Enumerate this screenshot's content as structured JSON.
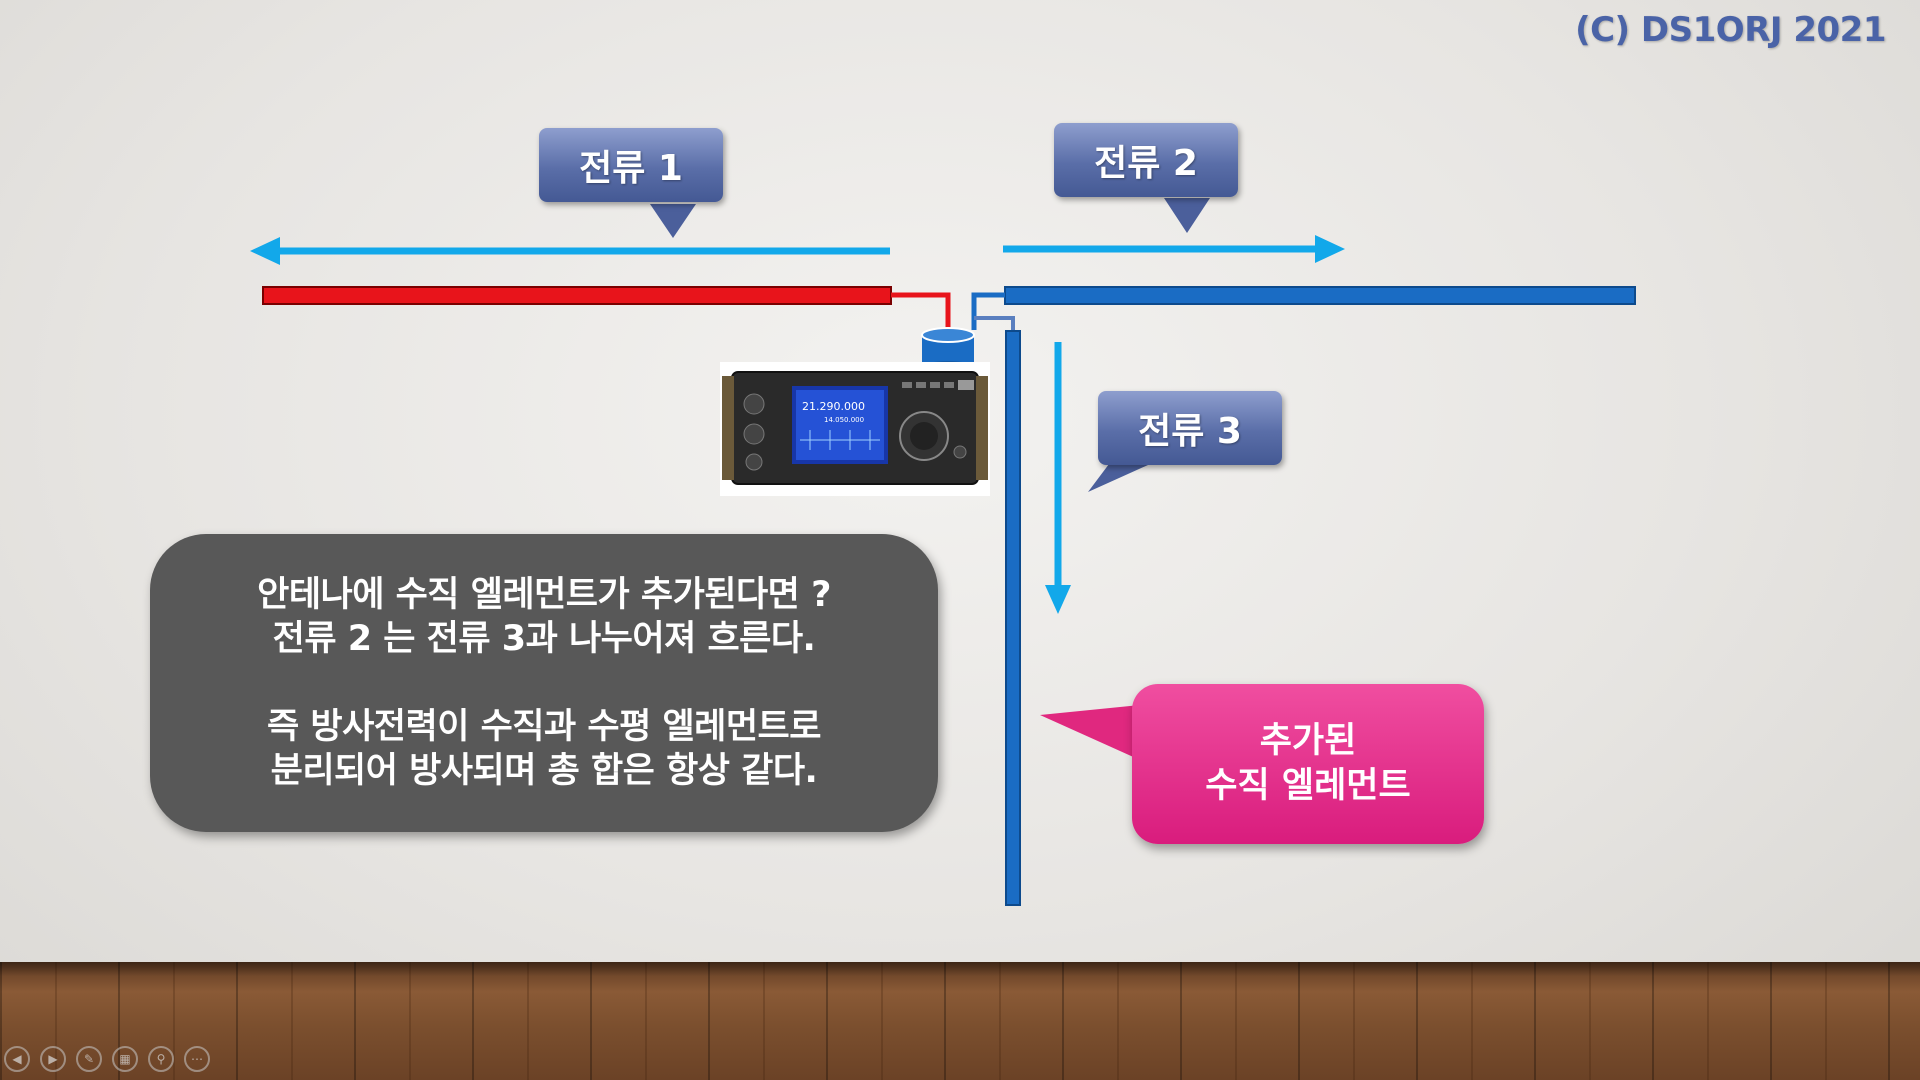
{
  "copyright": "(C) DS1ORJ   2021",
  "callouts": {
    "current1": "전류 1",
    "current2": "전류 2",
    "current3": "전류 3"
  },
  "explanation": {
    "line1": "안테나에 수직 엘레먼트가 추가된다면 ?",
    "line2": "전류 2 는 전류 3과 나누어져 흐른다.",
    "line3": "즉 방사전력이 수직과 수평 엘레먼트로",
    "line4": "분리되어 방사되며 총 합은 항상 같다."
  },
  "added_element": {
    "line1": "추가된",
    "line2": "수직 엘레먼트"
  },
  "radio": {
    "main_freq": "21.290.000",
    "sub_freq": "14.050.000"
  },
  "colors": {
    "left_element": "#e8141b",
    "right_element": "#1a6cc4",
    "current_arrow": "#12a8ea",
    "callout_blue": "#5a6ea8",
    "explain_box": "#585858",
    "pink_callout": "#e0287f"
  },
  "nav_icons": [
    "prev-icon",
    "next-icon",
    "pen-icon",
    "slides-icon",
    "zoom-icon",
    "more-icon"
  ]
}
